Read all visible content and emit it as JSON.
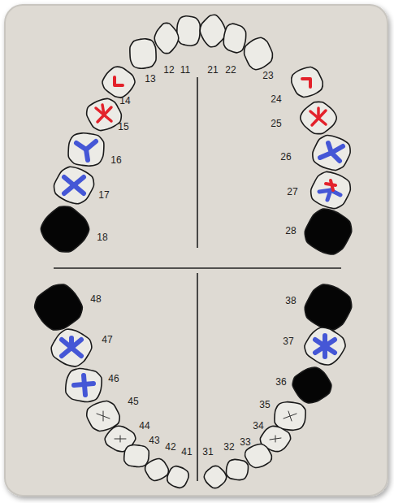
{
  "diagram": {
    "labels": [
      "12",
      "11",
      "21",
      "22",
      "13",
      "23",
      "14",
      "24",
      "15",
      "25",
      "16",
      "26",
      "17",
      "27",
      "18",
      "28",
      "48",
      "38",
      "47",
      "37",
      "46",
      "36",
      "45",
      "35",
      "44",
      "34",
      "43",
      "33",
      "42",
      "41",
      "31",
      "32"
    ]
  }
}
